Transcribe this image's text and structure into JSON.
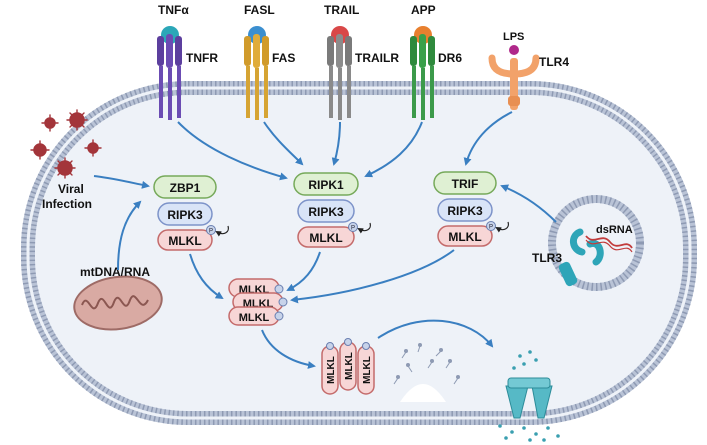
{
  "ligands": {
    "tnfa": "TNFα",
    "fasl": "FASL",
    "trail": "TRAIL",
    "app": "APP",
    "lps": "LPS"
  },
  "receptors": {
    "tnfr": "TNFR",
    "fas": "FAS",
    "trailr": "TRAILR",
    "dr6": "DR6",
    "tlr4": "TLR4",
    "tlr3": "TLR3"
  },
  "labels": {
    "viral_line1": "Viral",
    "viral_line2": "Infection",
    "mtdna": "mtDNA/RNA",
    "dsrna": "dsRNA",
    "p": "P"
  },
  "complexes": {
    "left": {
      "top": "ZBP1",
      "mid": "RIPK3",
      "bottom": "MLKL"
    },
    "center": {
      "top": "RIPK1",
      "mid": "RIPK3",
      "bottom": "MLKL"
    },
    "right": {
      "top": "TRIF",
      "mid": "RIPK3",
      "bottom": "MLKL"
    }
  },
  "oligomer": {
    "row1": "MLKL",
    "row2": "MLKL",
    "row3": "MLKL"
  },
  "pore": {
    "col1": "MLKL",
    "col2": "MLKL",
    "col3": "MLKL"
  },
  "colors": {
    "membrane": "#a9b4c9",
    "cell": "#eef2f8",
    "green_pill": "#dff0d3",
    "green_stroke": "#76a95a",
    "blue_pill": "#d9e4f7",
    "blue_stroke": "#7d93c9",
    "red_pill": "#f7d6d6",
    "red_stroke": "#c46b6b",
    "arrow": "#3a7fc1",
    "virus": "#a3353a",
    "mito": "#c99a94"
  }
}
